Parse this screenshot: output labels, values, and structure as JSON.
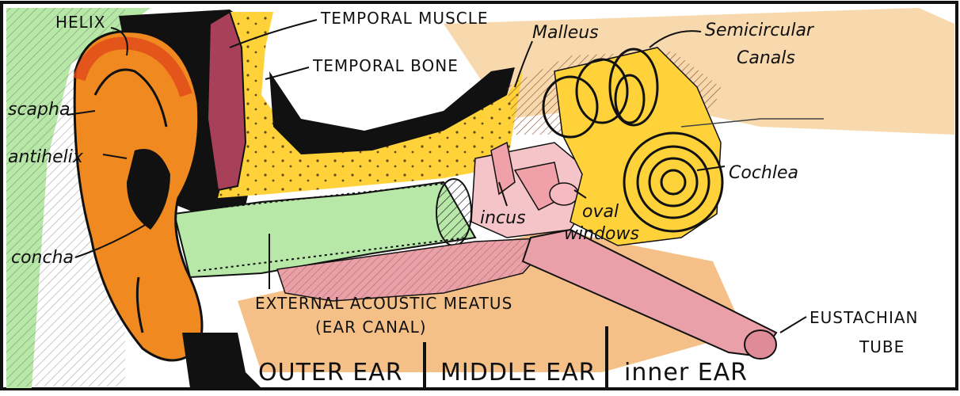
{
  "diagram": {
    "labels": {
      "helix": "HELIX",
      "scapha": "scapha",
      "antihelix": "antihelix",
      "concha": "concha",
      "temporal_muscle": "TEMPORAL MUSCLE",
      "temporal_bone": "TEMPORAL BONE",
      "malleus": "Malleus",
      "semicircular_line1": "Semicircular",
      "semicircular_line2": "Canals",
      "cochlea": "Cochlea",
      "incus": "incus",
      "oval_line1": "oval",
      "oval_line2": "windows",
      "meatus_line1": "EXTERNAL ACOUSTIC MEATUS",
      "meatus_line2": "(EAR CANAL)",
      "eustachian_line1": "EUSTACHIAN",
      "eustachian_line2": "TUBE"
    },
    "sections": {
      "outer": "OUTER EAR",
      "middle": "MIDDLE EAR",
      "inner": "inner EAR"
    },
    "colors": {
      "background": "#ffffff",
      "green": "#b8e8a8",
      "orange": "#f08a20",
      "red_orange": "#e0471a",
      "yellow": "#ffd23a",
      "maroon": "#a8405a",
      "pink": "#e9a0a8",
      "tan": "#f2b06a",
      "black": "#111111"
    }
  }
}
